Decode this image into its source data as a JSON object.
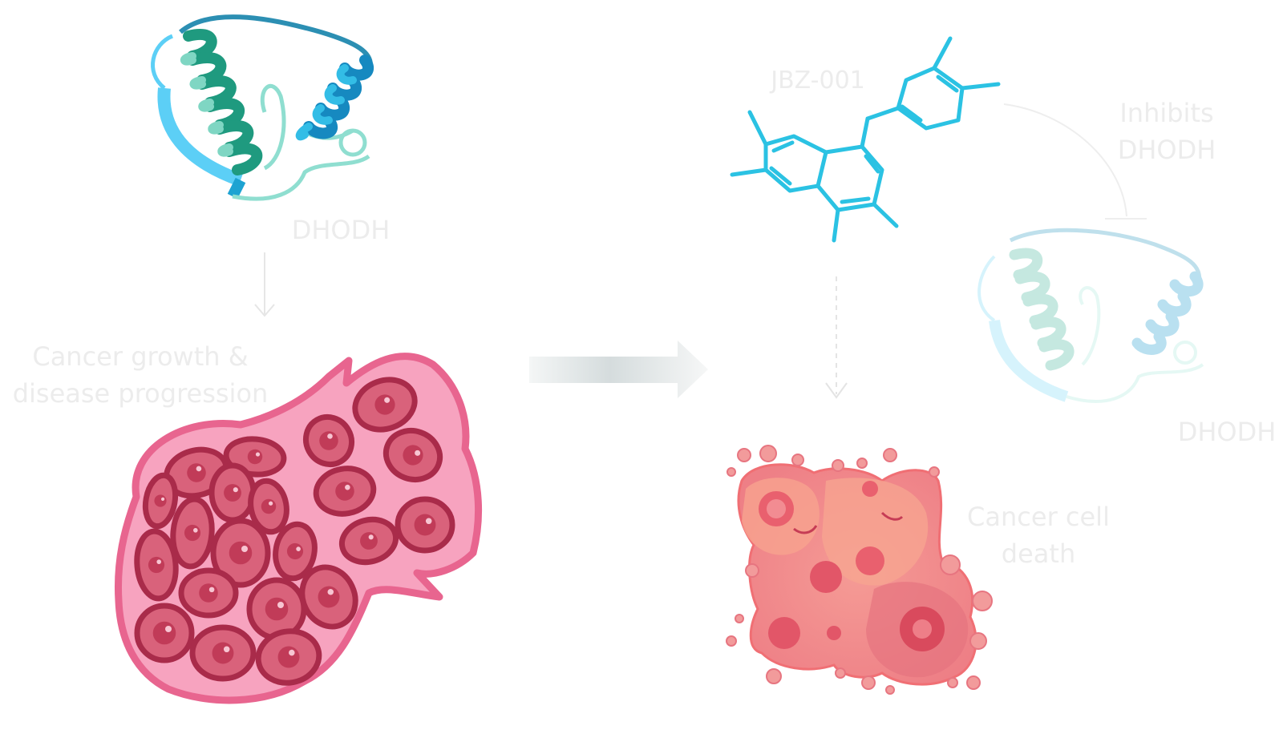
{
  "labels": {
    "dhodh_left": "DHODH",
    "cancer_growth_line1": "Cancer growth &",
    "cancer_growth_line2": "disease progression",
    "compound": "JBZ-001",
    "inhibits_line1": "Inhibits",
    "inhibits_line2": "DHODH",
    "dhodh_right": "DHODH",
    "cell_death_line1": "Cancer cell",
    "cell_death_line2": "death"
  },
  "colors": {
    "protein_teal": "#26a990",
    "protein_light_teal": "#7fd6c3",
    "protein_blue": "#19a6d8",
    "protein_sky": "#5ccff6",
    "molecule": "#2bc2e3",
    "tumor_fill": "#f7a3bf",
    "tumor_edge": "#e8658f",
    "cell_fill": "#d9627b",
    "cell_edge": "#a92b4a",
    "dead_cell_fill": "#f28e8e",
    "label_gray": "#ececec"
  }
}
